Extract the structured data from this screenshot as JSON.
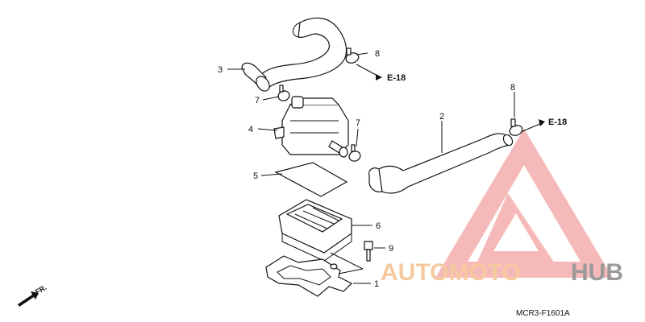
{
  "callouts": {
    "c1": "1",
    "c2": "2",
    "c3": "3",
    "c4": "4",
    "c5": "5",
    "c6": "6",
    "c7a": "7",
    "c7b": "7",
    "c8a": "8",
    "c8b": "8",
    "c9": "9"
  },
  "refs": {
    "e18_upper": "E-18",
    "e18_right": "E-18"
  },
  "direction": {
    "label": "FR."
  },
  "figure_code": "MCR3-F1601A",
  "watermark": {
    "text_part1": "AUTOMOTO",
    "text_part2": "HUB",
    "color_part1": "#f5c9a0",
    "color_part2": "#9a9a9a",
    "logo_color": "#f08080"
  }
}
